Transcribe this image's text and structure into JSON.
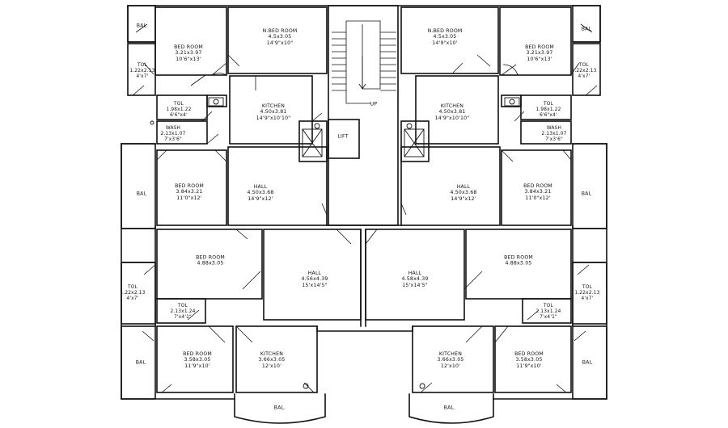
{
  "rooms": [
    {
      "id": "bal-tl",
      "name": "BAL"
    },
    {
      "id": "nbed-l",
      "name": "N.BED ROOM",
      "metric": "4.5x3.05",
      "imperial": "14'9\"x10\""
    },
    {
      "id": "bed-tl",
      "name": "BED ROOM",
      "metric": "3.21x3.97",
      "imperial": "10'6\"x13'"
    },
    {
      "id": "tol-tl",
      "name": "TOL",
      "metric": "1.22x2.13",
      "imperial": "4'x7'"
    },
    {
      "id": "tol-tl2",
      "name": "TOL",
      "metric": "1.98x1.22",
      "imperial": "6'6\"x4'"
    },
    {
      "id": "kitchen-tl",
      "name": "KITCHEN",
      "metric": "4.50x3.81",
      "imperial": "14'9\"x10'10\""
    },
    {
      "id": "wash-l",
      "name": "WASH",
      "metric": "2.13x1.07",
      "imperial": "7'x3'6\""
    },
    {
      "id": "bal-ml",
      "name": "BAL"
    },
    {
      "id": "bed-ml",
      "name": "BED ROOM",
      "metric": "3.84x3.21",
      "imperial": "11'0\"x12'"
    },
    {
      "id": "hall-ml",
      "name": "HALL",
      "metric": "4.50x3.68",
      "imperial": "14'9\"x12'"
    },
    {
      "id": "up",
      "name": "UP"
    },
    {
      "id": "lift",
      "name": "LIFT"
    },
    {
      "id": "nbed-r",
      "name": "N.BED ROOM",
      "metric": "4.5x3.05",
      "imperial": "14'9\"x10'"
    },
    {
      "id": "bed-tr",
      "name": "BED ROOM",
      "metric": "3.21x3.97",
      "imperial": "10'6\"x13'"
    },
    {
      "id": "bal-tr",
      "name": "BAL"
    },
    {
      "id": "tol-tr",
      "name": "TOL",
      "metric": "1.22x2.13",
      "imperial": "4'x7'"
    },
    {
      "id": "kitchen-tr",
      "name": "KITCHEN",
      "metric": "4.50x3.81",
      "imperial": "14'9\"x10'10\""
    },
    {
      "id": "tol-tr2",
      "name": "TOL",
      "metric": "1.98x1.22",
      "imperial": "6'6\"x4'"
    },
    {
      "id": "wash-r",
      "name": "WASH",
      "metric": "2.13x1.07",
      "imperial": "7'x3'6\""
    },
    {
      "id": "hall-mr",
      "name": "HALL",
      "metric": "4.50x3.68",
      "imperial": "14'9\"x12'"
    },
    {
      "id": "bed-mr",
      "name": "BED ROOM",
      "metric": "3.84x3.21",
      "imperial": "11'0\"x12'"
    },
    {
      "id": "bal-mr",
      "name": "BAL"
    },
    {
      "id": "bed-bl",
      "name": "BED ROOM",
      "metric": "4.88x3.05"
    },
    {
      "id": "hall-bl",
      "name": "HALL",
      "metric": "4.56x4.39",
      "imperial": "15'x14'5\""
    },
    {
      "id": "tol-bl",
      "name": "TOL",
      "metric": "1.22x2.13",
      "imperial": "4'x7'"
    },
    {
      "id": "tol-bl2",
      "name": "TOL",
      "metric": "2.13x1.24",
      "imperial": "7'x4'1\""
    },
    {
      "id": "hall-br",
      "name": "HALL",
      "metric": "4.58x4.39",
      "imperial": "15'x14'5\""
    },
    {
      "id": "bed-br",
      "name": "BED ROOM",
      "metric": "4.88x3.05"
    },
    {
      "id": "tol-br",
      "name": "TOL",
      "metric": "1.22x2.13",
      "imperial": "4'x7'"
    },
    {
      "id": "tol-br2",
      "name": "TOL",
      "metric": "2.13x1.24",
      "imperial": "7'x4'1\""
    },
    {
      "id": "bal-bl",
      "name": "BAL"
    },
    {
      "id": "bed-bl2",
      "name": "BED ROOM",
      "metric": "3.58x3.05",
      "imperial": "11'9\"x10'"
    },
    {
      "id": "kitchen-bl",
      "name": "KITCHEN",
      "metric": "3.66x3.05",
      "imperial": "12'x10'"
    },
    {
      "id": "kitchen-br",
      "name": "KITCHEN",
      "metric": "3.66x3.05",
      "imperial": "12'x10'"
    },
    {
      "id": "bed-br2",
      "name": "BED ROOM",
      "metric": "3.58x3.05",
      "imperial": "11'9\"x10'"
    },
    {
      "id": "bal-br",
      "name": "BAL"
    },
    {
      "id": "bal-b1",
      "name": "BAL."
    },
    {
      "id": "bal-b2",
      "name": "BAL."
    }
  ]
}
